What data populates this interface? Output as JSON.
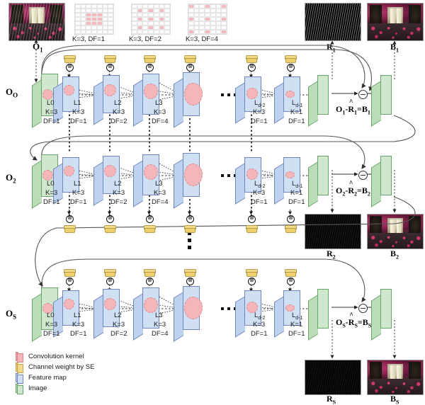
{
  "figure": {
    "title": "Recurrent dilated-convolution rain removal network architecture",
    "kernel_legend": [
      {
        "id": "df1",
        "caption": "K=3, DF=1",
        "kernel_size": 3,
        "dilation": 1,
        "grid": 7,
        "active": [
          [
            2,
            2
          ],
          [
            2,
            3
          ],
          [
            2,
            4
          ],
          [
            3,
            2
          ],
          [
            3,
            3
          ],
          [
            3,
            4
          ],
          [
            4,
            2
          ],
          [
            4,
            3
          ],
          [
            4,
            4
          ]
        ]
      },
      {
        "id": "df2",
        "caption": "K=3, DF=2",
        "kernel_size": 3,
        "dilation": 2,
        "grid": 7,
        "active": [
          [
            1,
            1
          ],
          [
            1,
            3
          ],
          [
            1,
            5
          ],
          [
            3,
            1
          ],
          [
            3,
            3
          ],
          [
            3,
            5
          ],
          [
            5,
            1
          ],
          [
            5,
            3
          ],
          [
            5,
            5
          ]
        ]
      },
      {
        "id": "df4",
        "caption": "K=3, DF=4",
        "kernel_size": 3,
        "dilation": 4,
        "grid": 7,
        "active": [
          [
            0,
            0
          ],
          [
            0,
            3
          ],
          [
            0,
            6
          ],
          [
            3,
            0
          ],
          [
            3,
            3
          ],
          [
            3,
            6
          ],
          [
            6,
            0
          ],
          [
            6,
            3
          ],
          [
            6,
            6
          ]
        ]
      }
    ],
    "stages": [
      {
        "id": "stage1",
        "input_label": "O",
        "input_sub": "1",
        "layers": [
          {
            "name": "L0",
            "k": "K=3",
            "df": "DF=1"
          },
          {
            "name": "L1",
            "k": "K=3",
            "df": "DF=1"
          },
          {
            "name": "L2",
            "k": "K=3",
            "df": "DF=2"
          },
          {
            "name": "L3",
            "k": "K=3",
            "df": "DF=4"
          },
          {
            "name": "Ld-2",
            "k": "K=3",
            "df": "DF=1"
          },
          {
            "name": "Ld-1",
            "k": "K=1",
            "df": "DF=1"
          }
        ],
        "equation": "O₁-R̂₁=B₁",
        "eq_parts": {
          "o": "O",
          "o_sub": "1",
          "r": "R",
          "r_sub": "1",
          "b": "B",
          "b_sub": "1"
        },
        "residual_label": {
          "base": "R",
          "sub": "1",
          "hat": "^"
        },
        "output_label": {
          "base": "B",
          "sub": "1"
        },
        "top_input_label": {
          "base": "O",
          "sub": "1"
        }
      },
      {
        "id": "stage2",
        "input_label": "O",
        "input_sub": "2",
        "layers": [
          {
            "name": "L0",
            "k": "K=3",
            "df": "DF=1"
          },
          {
            "name": "L1",
            "k": "K=3",
            "df": "DF=1"
          },
          {
            "name": "L2",
            "k": "K=3",
            "df": "DF=2"
          },
          {
            "name": "L3",
            "k": "K=3",
            "df": "DF=4"
          },
          {
            "name": "Ld-2",
            "k": "K=3",
            "df": "DF=1"
          },
          {
            "name": "Ld-1",
            "k": "K=1",
            "df": "DF=1"
          }
        ],
        "equation": "O₂-R̂₂=B₂",
        "eq_parts": {
          "o": "O",
          "o_sub": "2",
          "r": "R",
          "r_sub": "2",
          "b": "B",
          "b_sub": "2"
        },
        "residual_label": {
          "base": "R",
          "sub": "2",
          "hat": "^"
        },
        "output_label": {
          "base": "B",
          "sub": "2"
        }
      },
      {
        "id": "stageS",
        "input_label": "O",
        "input_sub": "S",
        "layers": [
          {
            "name": "L0",
            "k": "K=3",
            "df": "DF=1"
          },
          {
            "name": "L1",
            "k": "K=3",
            "df": "DF=1"
          },
          {
            "name": "L2",
            "k": "K=3",
            "df": "DF=2"
          },
          {
            "name": "L3",
            "k": "K=3",
            "df": "DF=4"
          },
          {
            "name": "Ld-2",
            "k": "K=3",
            "df": "DF=1"
          },
          {
            "name": "Ld-1",
            "k": "K=1",
            "df": "DF=1"
          }
        ],
        "equation": "Oₛ-R̂ₛ=Bₛ",
        "eq_parts": {
          "o": "O",
          "o_sub": "S",
          "r": "R",
          "r_sub": "S",
          "b": "B",
          "b_sub": "S"
        },
        "residual_label": {
          "base": "R",
          "sub": "S",
          "hat": "^"
        },
        "output_label": {
          "base": "B",
          "sub": "S"
        }
      }
    ],
    "ellipsis": {
      "horizontal": "•••",
      "vertical": "⋮"
    },
    "operators": {
      "multiply": "⊗",
      "subtract": "−"
    },
    "legend": [
      {
        "swatch": "red",
        "label": "Convolution kernel",
        "color": "#f6b4b6"
      },
      {
        "swatch": "yellow",
        "label": "Channel weight by SE",
        "color": "#f3d98c"
      },
      {
        "swatch": "blue",
        "label": "Feature map",
        "color": "#cfe0f5"
      },
      {
        "swatch": "green",
        "label": "Image",
        "color": "#cfe8cd"
      }
    ],
    "colors": {
      "feature_map": "#cfe0f5",
      "feature_map_border": "#6f86b8",
      "image": "#cfe8cd",
      "image_border": "#6aa36a",
      "kernel": "#f6b4b6",
      "se_weight": "#f3d98c",
      "arrow": "#333333"
    }
  }
}
